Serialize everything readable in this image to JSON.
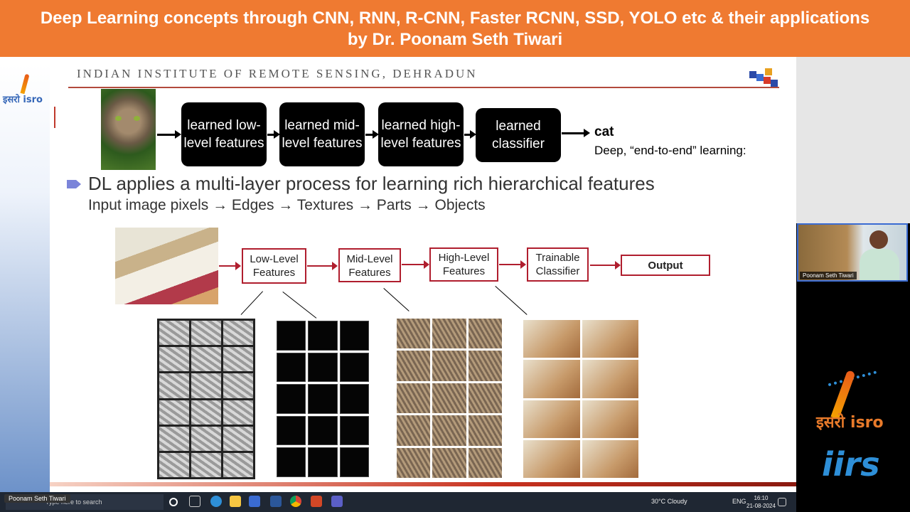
{
  "banner": {
    "line1": "Deep Learning concepts through CNN, RNN, R-CNN, Faster RCNN, SSD, YOLO etc & their applications",
    "line2": "by Dr. Poonam Seth Tiwari"
  },
  "slide": {
    "institute": "INDIAN INSTITUTE OF REMOTE SENSING, DEHRADUN",
    "isro_logo_text": "इसरो isro",
    "boxes": [
      "learned low-level features",
      "learned mid-level features",
      "learned high-level features",
      "learned classifier"
    ],
    "output_label": "cat",
    "e2e_label": "Deep, “end-to-end” learning:",
    "bullet_text": "DL applies a multi-layer process for learning rich hierarchical  features",
    "pipeline_text": "Input image pixels → Edges → Textures → Parts → Objects",
    "red_boxes": [
      "Low-Level Features",
      "Mid-Level Features",
      "High-Level Features",
      "Trainable Classifier",
      "Output"
    ]
  },
  "taskbar": {
    "search_placeholder": "Type here to search",
    "weather": "30°C Cloudy",
    "lang": "ENG",
    "time": "16:10",
    "date": "21-08-2024"
  },
  "presenter": {
    "chip_name": "Poonam Seth Tiwari",
    "cam_name": "Poonam Seth Tiwari"
  },
  "logos": {
    "isro_text": "इसरो isro",
    "iirs_text": "iirs"
  },
  "colors": {
    "banner": "#ef7a31",
    "accent_red": "#b01e2e",
    "bullet": "#7b84d9",
    "iirs_blue": "#2e8fd8"
  }
}
